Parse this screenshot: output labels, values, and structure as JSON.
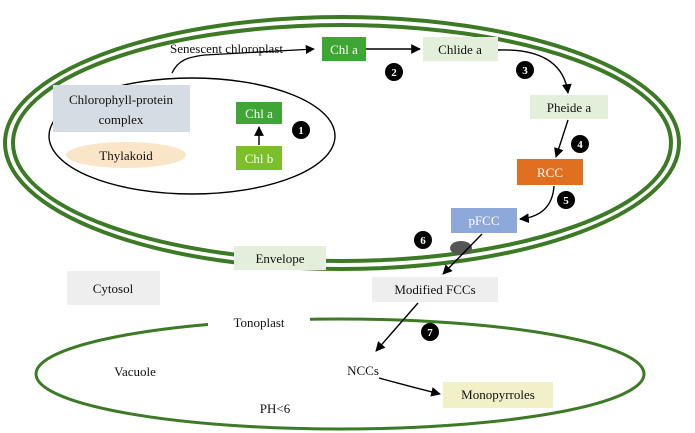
{
  "labels": {
    "senescent_chloroplast": "Senescent chloroplast",
    "chl_a_top": "Chl a",
    "chlide_a": "Chlide a",
    "pheide_a": "Pheide a",
    "rcc": "RCC",
    "pfcc": "pFCC",
    "modified_fccs": "Modified FCCs",
    "nccs": "NCCs",
    "monopyrroles": "Monopyrroles",
    "chlorophyll_protein_line1": "Chlorophyll-protein",
    "chlorophyll_protein_line2": "complex",
    "thylakoid": "Thylakoid",
    "chl_a_inner": "Chl a",
    "chl_b": "Chl b",
    "envelope": "Envelope",
    "cytosol": "Cytosol",
    "tonoplast": "Tonoplast",
    "vacuole": "Vacuole",
    "ph": "PH<6"
  },
  "steps": [
    "1",
    "2",
    "3",
    "4",
    "5",
    "6",
    "7"
  ],
  "colors": {
    "membrane_green": "#3c7a26",
    "chl_green": "#3fa535",
    "chl_b_green": "#7cbf2a",
    "pale_green": "#e3efdb",
    "rcc_orange": "#e0701f",
    "pfcc_blue": "#8fa8da",
    "complex_gray": "#d6dce4",
    "thylakoid_peach": "#fbe5c8",
    "neutral_gray": "#eeeeee",
    "mono_yellow": "#f1f0c8",
    "transporter_gray": "#555555"
  }
}
